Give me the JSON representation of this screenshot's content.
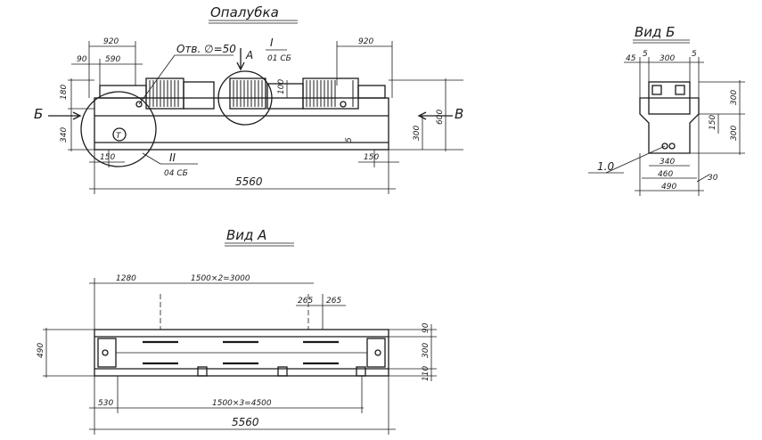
{
  "titles": {
    "formwork": "Опалубка",
    "view_b": "Вид Б",
    "view_a": "Вид А"
  },
  "formwork": {
    "hole_note": "Отв. ∅=50",
    "arrow_a": "А",
    "arrow_b": "Б",
    "arrow_v": "В",
    "callout_1_num": "I",
    "callout_1_sheet": "01 СБ",
    "callout_2_num": "II",
    "callout_2_sheet": "04 СБ",
    "mark_t": "Т",
    "dims": {
      "top_left": "920",
      "top_right": "920",
      "left_90": "90",
      "left_590": "590",
      "left_180": "180",
      "left_340": "340",
      "mid_100": "100",
      "height_600": "600",
      "height_300": "300",
      "bottom_150_left": "150",
      "bottom_150_right": "150",
      "r5": "5",
      "length": "5560"
    }
  },
  "view_b": {
    "mark": "1.0",
    "dims": {
      "d45": "45",
      "d5_left": "5",
      "d300": "300",
      "d5_right": "5",
      "h300_right": "300",
      "h300_low": "300",
      "h150": "150",
      "w340": "340",
      "w460": "460",
      "w490": "490",
      "d30": "30"
    }
  },
  "view_a": {
    "dims": {
      "d1280": "1280",
      "d3000": "1500×2=3000",
      "d265_1": "265",
      "d265_2": "265",
      "h490": "490",
      "r90": "90",
      "r300": "300",
      "r110": "110",
      "d530": "530",
      "d4500": "1500×3=4500",
      "length": "5560"
    }
  }
}
